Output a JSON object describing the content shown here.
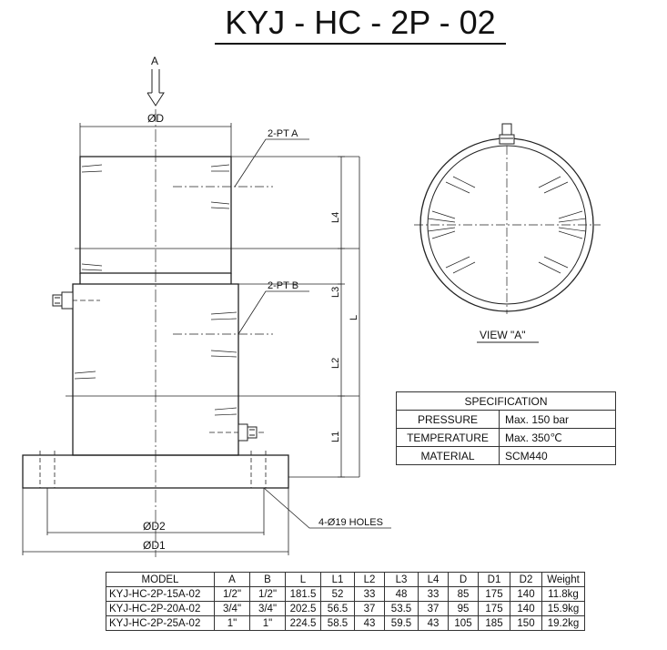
{
  "title": "KYJ - HC - 2P - 02",
  "view_labels": {
    "arrow_label": "A",
    "d": "ØD",
    "port_a": "2-PT A",
    "port_b": "2-PT B",
    "l4": "L4",
    "l3": "L3",
    "l2": "L2",
    "l1": "L1",
    "l": "L",
    "d2": "ØD2",
    "d1": "ØD1",
    "holes": "4-Ø19 HOLES",
    "view_a": "VIEW \"A\""
  },
  "specification": {
    "heading": "SPECIFICATION",
    "rows": [
      {
        "key": "PRESSURE",
        "value": "Max. 150 bar"
      },
      {
        "key": "TEMPERATURE",
        "value": "Max. 350℃"
      },
      {
        "key": "MATERIAL",
        "value": "SCM440"
      }
    ]
  },
  "models": {
    "headers": [
      "MODEL",
      "A",
      "B",
      "L",
      "L1",
      "L2",
      "L3",
      "L4",
      "D",
      "D1",
      "D2",
      "Weight"
    ],
    "rows": [
      [
        "KYJ-HC-2P-15A-02",
        "1/2\"",
        "1/2\"",
        "181.5",
        "52",
        "33",
        "48",
        "33",
        "85",
        "175",
        "140",
        "11.8kg"
      ],
      [
        "KYJ-HC-2P-20A-02",
        "3/4\"",
        "3/4\"",
        "202.5",
        "56.5",
        "37",
        "53.5",
        "37",
        "95",
        "175",
        "140",
        "15.9kg"
      ],
      [
        "KYJ-HC-2P-25A-02",
        "1\"",
        "1\"",
        "224.5",
        "58.5",
        "43",
        "59.5",
        "43",
        "105",
        "185",
        "150",
        "19.2kg"
      ]
    ]
  }
}
